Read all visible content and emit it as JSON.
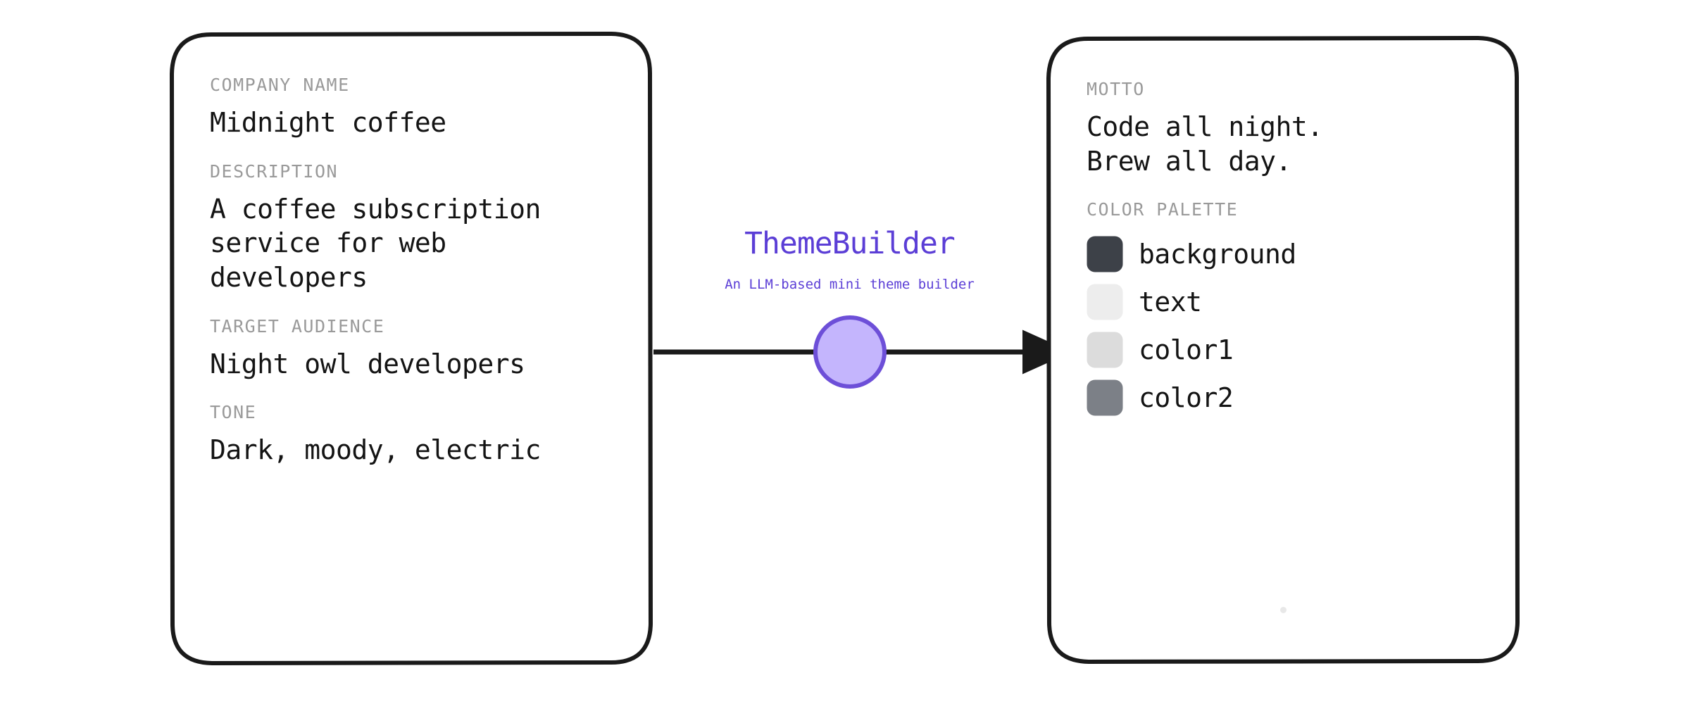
{
  "app": {
    "title": "ThemeBuilder",
    "subtitle": "An LLM-based mini theme builder",
    "brand_color": "#5b3ed6",
    "node_fill": "#c4b5fd",
    "node_stroke": "#6d4fd8",
    "arrow_color": "#1a1a1a",
    "panel_stroke": "#1a1a1a",
    "label_color": "#9a9a9a",
    "value_color": "#141414"
  },
  "input_panel": {
    "name": "input-brief-panel",
    "fields": [
      {
        "label": "COMPANY NAME",
        "value": "Midnight coffee"
      },
      {
        "label": "DESCRIPTION",
        "value": "A coffee subscription\nservice for web\ndevelopers"
      },
      {
        "label": "TARGET AUDIENCE",
        "value": "Night owl developers"
      },
      {
        "label": "TONE",
        "value": "Dark, moody, electric"
      }
    ]
  },
  "output_panel": {
    "name": "generated-theme-panel",
    "motto_label": "MOTTO",
    "motto_value": "Code all night.\nBrew all day.",
    "palette_label": "COLOR PALETTE",
    "palette": [
      {
        "name": "background",
        "color": "#3d4148"
      },
      {
        "name": "text",
        "color": "#ededed"
      },
      {
        "name": "color1",
        "color": "#dcdcdc"
      },
      {
        "name": "color2",
        "color": "#7c8087"
      }
    ]
  }
}
